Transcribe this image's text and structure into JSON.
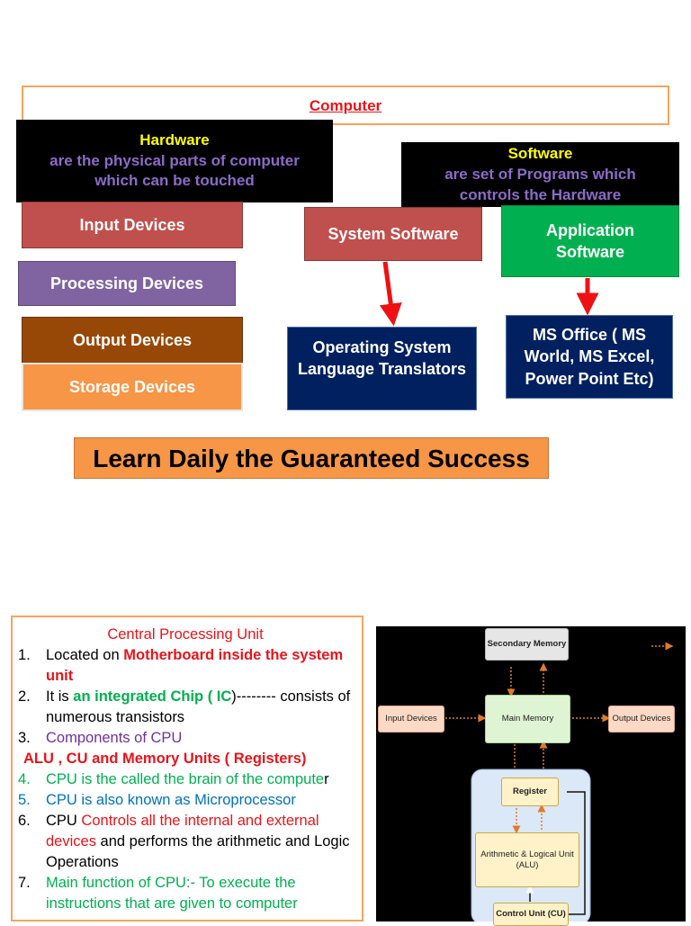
{
  "top": {
    "computer_label": "Computer ",
    "hardware": {
      "title": "Hardware",
      "desc_line1": "are the physical parts of computer",
      "desc_line2": "which can be touched"
    },
    "software": {
      "title": "Software",
      "desc_line1": "are set of Programs which",
      "desc_line2": "controls the Hardware"
    },
    "hardware_items": {
      "input": "Input Devices",
      "processing": "Processing Devices",
      "output": "Output Devices",
      "storage": "Storage Devices"
    },
    "system_software": "System Software",
    "application_software_line1": "Application",
    "application_software_line2": "Software",
    "system_examples_line1": "Operating System",
    "system_examples_line2": "Language Translators",
    "app_examples_line1": "MS Office ( MS",
    "app_examples_line2": "World, MS Excel,",
    "app_examples_line3": "Power Point Etc)"
  },
  "banner": "Learn Daily the Guaranteed Success",
  "cpu": {
    "title": "Central Processing Unit",
    "p1": {
      "num": "1.",
      "a": "Located on ",
      "b": "Motherboard inside the system unit"
    },
    "p2": {
      "num": "2.",
      "a": "It is ",
      "b": "an integrated Chip ( IC",
      "c": ")-------- consists of numerous transistors"
    },
    "p3": {
      "num": "3.",
      "a": " Components of CPU"
    },
    "p3b": "ALU ,  CU and Memory Units ( Registers)",
    "p4": {
      "num": "4.",
      "a": "CPU is the called the brain of the compute",
      "b": "r"
    },
    "p5": {
      "num": "5.",
      "a": "CPU is also known as Microprocessor"
    },
    "p6": {
      "num": "6.",
      "a": "CPU ",
      "b": "Controls all the internal and external devices",
      "c": " and performs the arithmetic  and Logic Operations"
    },
    "p7": {
      "num": "7.",
      "a": " Main function of CPU:- To execute the instructions that are given to computer"
    }
  },
  "diagram": {
    "secondary_memory": "Secondary Memory",
    "input_devices": "Input Devices",
    "main_memory": "Main Memory",
    "output_devices": "Output Devices",
    "register": "Register",
    "alu_line1": "Arithmetic & Logical Unit",
    "alu_line2": "(ALU)",
    "control_unit": "Control Unit (CU)"
  },
  "colors": {
    "accent_orange": "#f79646",
    "navy": "#002060",
    "green": "#00b050",
    "red": "#c0504d"
  }
}
